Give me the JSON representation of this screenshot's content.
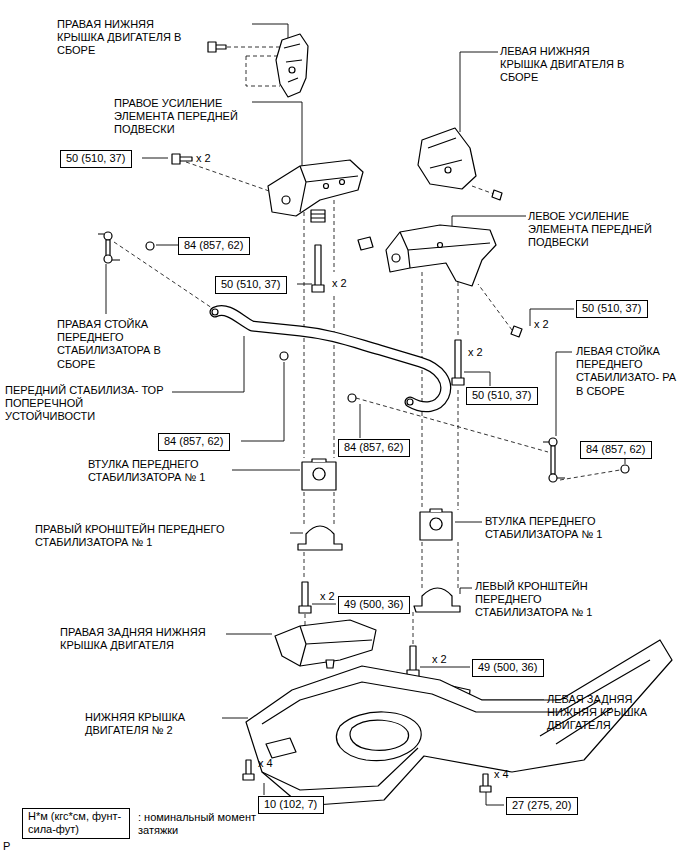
{
  "diagram": {
    "nodes": [
      {
        "text": [
          "50 (510, 37)"
        ]
      },
      {
        "text": [
          "84 (857, 62)"
        ]
      },
      {
        "text": [
          "50 (510, 37)"
        ]
      },
      {
        "text": [
          "50 (510, 37)"
        ]
      },
      {
        "text": [
          "50 (510, 37)"
        ]
      },
      {
        "text": [
          "84 (857, 62)"
        ]
      },
      {
        "text": [
          "84 (857, 62)"
        ]
      },
      {
        "text": [
          "84 (857, 62)"
        ]
      },
      {
        "text": [
          "49 (500, 36)"
        ]
      },
      {
        "text": [
          "49 (500, 36)"
        ]
      },
      {
        "text": [
          "10 (102, 7)"
        ]
      },
      {
        "text": [
          "27 (275, 20)"
        ]
      },
      {
        "text": [
          "Н*м (кгс*см, фунт-сила-фут)"
        ]
      }
    ],
    "labels": [
      "ПРАВАЯ НИЖНЯЯ КРЫШКА ДВИГАТЕЛЯ В СБОРЕ",
      "ЛЕВАЯ НИЖНЯЯ КРЫШКА ДВИГАТЕЛЯ В СБОРЕ",
      "ПРАВОЕ УСИЛЕНИЕ ЭЛЕМЕНТА ПЕРЕДНЕЙ ПОДВЕСКИ",
      "x 2",
      "ЛЕВОЕ УСИЛЕНИЕ ЭЛЕМЕНТА ПЕРЕДНЕЙ ПОДВЕСКИ",
      "x 2",
      "ПРАВАЯ СТОЙКА ПЕРЕДНЕГО СТАБИЛИЗАТОРА В СБОРЕ",
      "x 2",
      "x 2",
      "ЛЕВАЯ СТОЙКА ПЕРЕДНЕГО СТАБИЛИЗАТО- РА В СБОРЕ",
      "ПЕРЕДНИЙ СТАБИЛИЗА- ТОР ПОПЕРЕЧНОЙ УСТОЙЧИВОСТИ",
      "ВТУЛКА ПЕРЕДНЕГО СТАБИЛИЗАТОРА № 1",
      "ВТУЛКА ПЕРЕДНЕГО СТАБИЛИЗАТОРА № 1",
      "ПРАВЫЙ КРОНШТЕЙН ПЕРЕДНЕГО СТАБИЛИЗАТОРА № 1",
      "ЛЕВЫЙ КРОНШТЕЙН ПЕРЕДНЕГО СТАБИЛИЗАТОРА № 1",
      "x 2",
      "ПРАВАЯ ЗАДНЯЯ НИЖНЯЯ КРЫШКА ДВИГАТЕЛЯ",
      "x 2",
      "ЛЕВАЯ ЗАДНЯЯ НИЖНЯЯ КРЫШКА ДВИГАТЕЛЯ",
      "НИЖНЯЯ КРЫШКА ДВИГАТЕЛЯ № 2",
      "x 4",
      "x 4",
      ": номинальный момент затяжки",
      "P"
    ]
  }
}
